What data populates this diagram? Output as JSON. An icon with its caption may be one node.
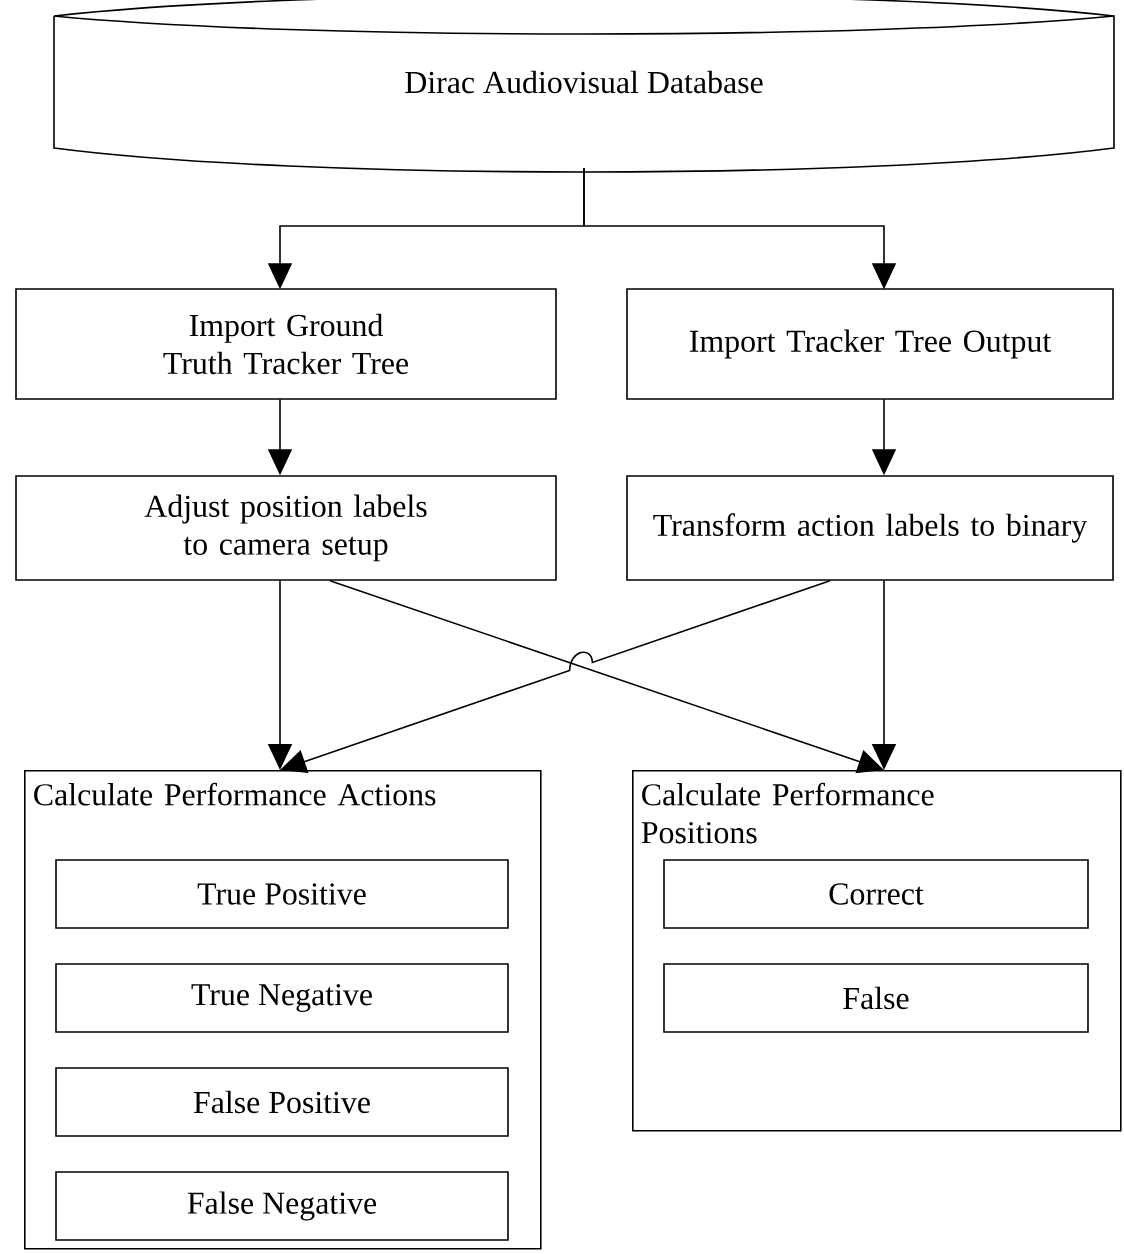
{
  "diagram": {
    "nodes": [
      {
        "text": [
          "Dirac Audiovisual Database"
        ]
      },
      {
        "text": [
          "Import Ground Truth Tracker Tree"
        ]
      },
      {
        "text": [
          "Import Tracker Tree Output"
        ]
      },
      {
        "text": [
          "Adjust position labels to camera setup"
        ]
      },
      {
        "text": [
          "Transform action labels to binary"
        ]
      },
      {
        "text": [
          "Calculate Performance Actions"
        ]
      },
      {
        "text": [
          "True Positive"
        ],
        "in": 5
      },
      {
        "text": [
          "True Negative"
        ],
        "in": 5
      },
      {
        "text": [
          "False Positive"
        ],
        "in": 5
      },
      {
        "text": [
          "False Negative"
        ],
        "in": 5
      },
      {
        "text": [
          "Calculate Performance Positions"
        ]
      },
      {
        "text": [
          "Correct"
        ],
        "in": 10
      },
      {
        "text": [
          "False"
        ],
        "in": 10
      }
    ],
    "edges": [
      {
        "from": 0,
        "to": 1,
        "arrow": "to"
      },
      {
        "from": 0,
        "to": 2,
        "arrow": "to"
      },
      {
        "from": 1,
        "to": 3,
        "arrow": "to"
      },
      {
        "from": 2,
        "to": 4,
        "arrow": "to"
      },
      {
        "from": 3,
        "to": 5,
        "arrow": "to"
      },
      {
        "from": 3,
        "to": 10,
        "arrow": "to"
      },
      {
        "from": 4,
        "to": 5,
        "arrow": "to"
      },
      {
        "from": 4,
        "to": 10,
        "arrow": "to"
      }
    ]
  }
}
